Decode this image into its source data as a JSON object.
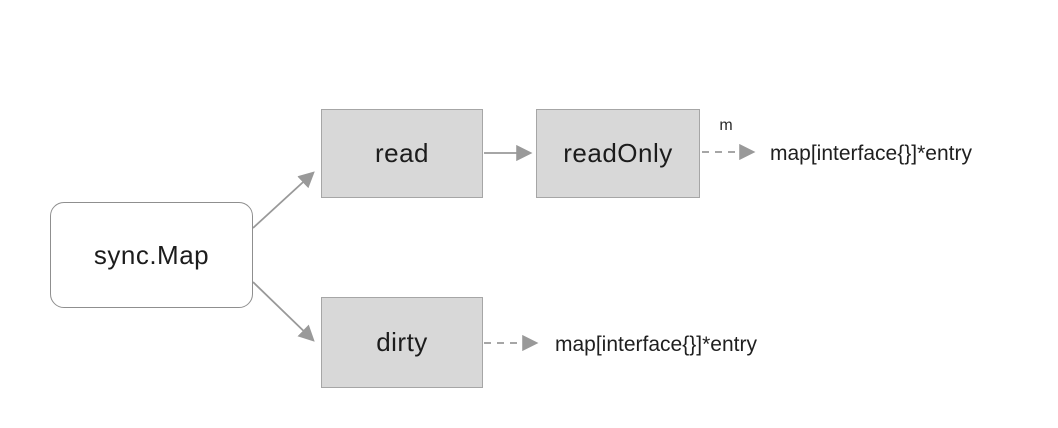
{
  "diagram": {
    "nodes": {
      "sync_map": {
        "label": "sync.Map"
      },
      "read": {
        "label": "read"
      },
      "read_only": {
        "label": "readOnly"
      },
      "dirty": {
        "label": "dirty"
      }
    },
    "edge_labels": {
      "read_only_to_map": "m"
    },
    "type_labels": {
      "read_only_target": "map[interface{}]*entry",
      "dirty_target": "map[interface{}]*entry"
    },
    "colors": {
      "node_fill": "#d8d8d8",
      "node_border": "#a6a6a6",
      "sync_map_fill": "#ffffff",
      "sync_map_border": "#8f8f8f",
      "arrow": "#999999",
      "text": "#1f1f1f",
      "background": "#ffffff"
    }
  }
}
